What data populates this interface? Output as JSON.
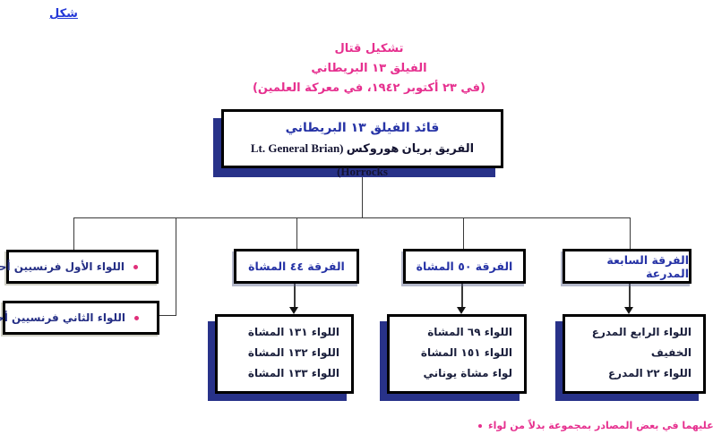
{
  "figure_label": "شكل",
  "title": {
    "line1": "تشكيل قتال",
    "line2": "الفيلق ١٣ البريطاني",
    "line3": "(في ٢٣ أكتوبر ١٩٤٢، في معركة العلمين)"
  },
  "commander_box": {
    "title": "قائد الفيلق ١٣ البريطاني",
    "name": "الفريق بريان هوروكس (Lt. General Brian Horrocks)"
  },
  "free_french_brigades": [
    {
      "label": "اللواء الأول فرنسيين أحرار"
    },
    {
      "label": "اللواء الثاني فرنسيين أحرار"
    }
  ],
  "divisions": [
    {
      "name": "الفرقة ٤٤ المشاة",
      "brigades": [
        "اللواء ١٣١ المشاة",
        "اللواء ١٣٢ المشاة",
        "اللواء ١٣٣ المشاة"
      ]
    },
    {
      "name": "الفرقة ٥٠ المشاة",
      "brigades": [
        "اللواء ٦٩ المشاة",
        "اللواء ١٥١ المشاة",
        "لواء مشاة يوناني"
      ]
    },
    {
      "name": "الفرقة السابعة المدرعة",
      "brigades": [
        "اللواء الرابع المدرع الخفيف",
        "اللواء ٢٢ المدرع"
      ]
    }
  ],
  "footnote": "يُطلق عليهما في بعض المصادر بمجموعة بدلاً من لواء",
  "colors": {
    "title_pink": "#E6308F",
    "header_blue": "#2633A6",
    "figure_blue": "#2438D8",
    "dark_navy_text": "#141432",
    "shadow_navy": "#283289",
    "bullet_pink": "#E0307A"
  }
}
